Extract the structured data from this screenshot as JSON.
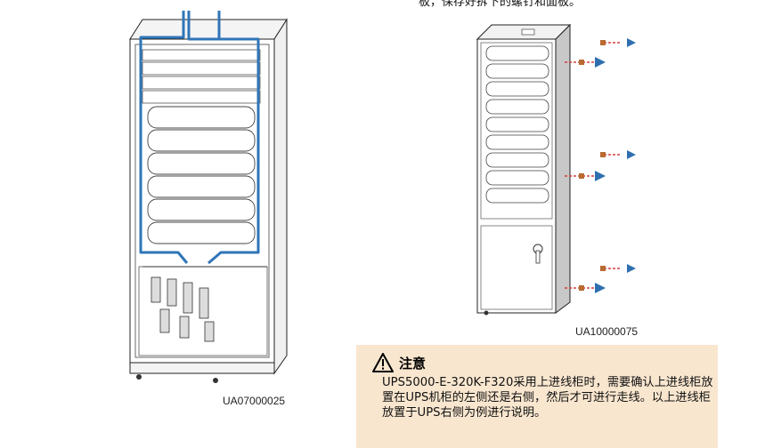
{
  "top_text": "板，保存好拆下的螺钉和面板。",
  "figure_left": {
    "caption": "UA07000025"
  },
  "figure_right": {
    "caption": "UA10000075"
  },
  "notice": {
    "icon": "warning-triangle-icon",
    "title": "注意",
    "body": "UPS5000-E-320K-F320采用上进线柜时，需要确认上进线柜放置在UPS机柜的左侧还是右侧，然后才可进行走线。以上进线柜放置于UPS右侧为例进行说明。",
    "background": "#f9e6cf"
  },
  "colors": {
    "cable": "#2f75b8",
    "arrow": "#2f6fb0",
    "screw": "#b86b33"
  }
}
